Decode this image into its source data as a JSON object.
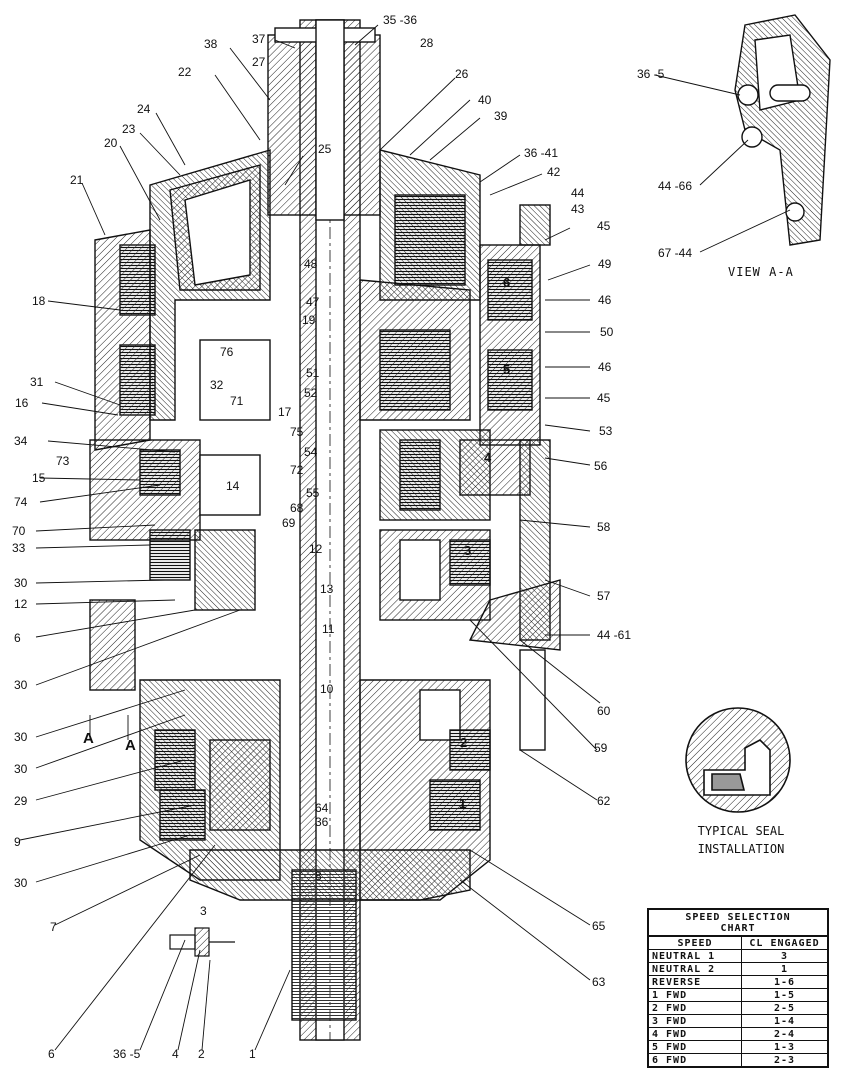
{
  "view": {
    "title": "VIEW A-A"
  },
  "seal": {
    "caption_line1": "TYPICAL SEAL",
    "caption_line2": "INSTALLATION"
  },
  "speed_chart": {
    "title_line1": "SPEED SELECTION",
    "title_line2": "CHART",
    "col_speed": "SPEED",
    "col_cl": "CL ENGAGED",
    "rows": [
      {
        "speed": "NEUTRAL 1",
        "cl": "3"
      },
      {
        "speed": "NEUTRAL 2",
        "cl": "1"
      },
      {
        "speed": "REVERSE",
        "cl": "1-6"
      },
      {
        "speed": "1 FWD",
        "cl": "1-5"
      },
      {
        "speed": "2 FWD",
        "cl": "2-5"
      },
      {
        "speed": "3 FWD",
        "cl": "1-4"
      },
      {
        "speed": "4 FWD",
        "cl": "2-4"
      },
      {
        "speed": "5 FWD",
        "cl": "1-3"
      },
      {
        "speed": "6 FWD",
        "cl": "2-3"
      }
    ]
  },
  "callouts": {
    "c35_36": "35 -36",
    "c37": "37",
    "c38": "38",
    "c27": "27",
    "c28": "28",
    "c22": "22",
    "c26": "26",
    "c40": "40",
    "c39": "39",
    "c24": "24",
    "c23": "23",
    "c20": "20",
    "c25": "25",
    "c36_41": "36 -41",
    "c42": "42",
    "c44a": "44",
    "c43": "43",
    "c21": "21",
    "c45a": "45",
    "c49": "49",
    "c48": "48",
    "c47": "47",
    "c46a": "46",
    "c18": "18",
    "c19": "19",
    "c50": "50",
    "c76": "76",
    "c46b": "46",
    "c31": "31",
    "c32": "32",
    "c51": "51",
    "c16": "16",
    "c71": "71",
    "c52": "52",
    "c45b": "45",
    "c17": "17",
    "c53": "53",
    "c34": "34",
    "c75": "75",
    "c54": "54",
    "c73": "73",
    "c72": "72",
    "c56": "56",
    "c15": "15",
    "c74": "74",
    "c14": "14",
    "c55": "55",
    "c68": "68",
    "c69": "69",
    "c70": "70",
    "c58": "58",
    "c33": "33",
    "c12a": "12",
    "c30a": "30",
    "c13": "13",
    "c57": "57",
    "c12b": "12",
    "c6a": "6",
    "c11": "11",
    "c44_61": "44 -61",
    "c30b": "30",
    "c10": "10",
    "c60": "60",
    "cA1": "A",
    "cA2": "A",
    "c30c": "30",
    "c30d": "30",
    "c59": "59",
    "c29": "29",
    "c62": "62",
    "c64": "64",
    "c36a": "36",
    "c9": "9",
    "c30e": "30",
    "c8": "8",
    "c7": "7",
    "c65": "65",
    "c3": "3",
    "c63": "63",
    "c6b": "6",
    "c36_5b": "36 -5",
    "c4": "4",
    "c2": "2",
    "c1": "1",
    "c36_5a": "36 -5",
    "c44_66": "44 -66",
    "c67_44": "67 -44"
  },
  "clutch_numbers": {
    "k1": "1",
    "k2": "2",
    "k3": "3",
    "k4": "4",
    "k5": "5",
    "k6": "6"
  }
}
